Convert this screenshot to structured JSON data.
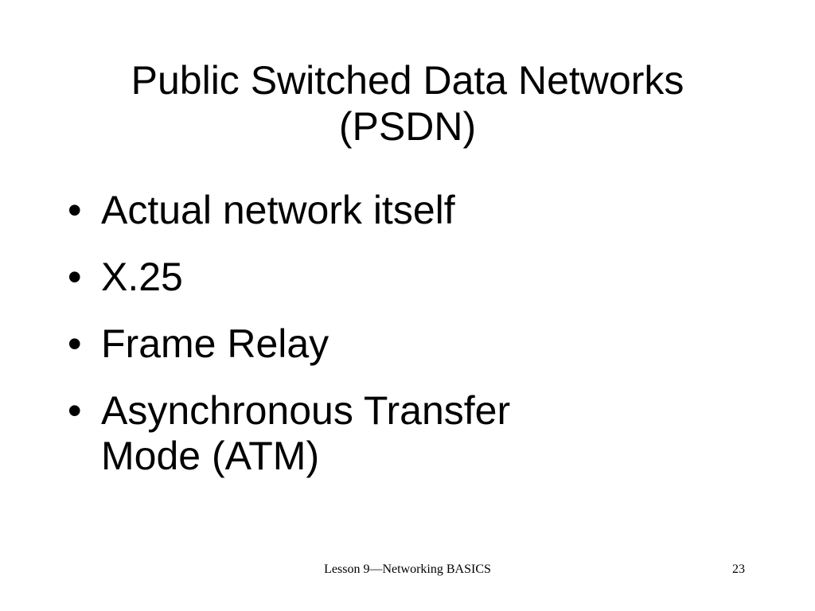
{
  "slide": {
    "title_lines": [
      "Public Switched Data Networks",
      "(PSDN)"
    ],
    "bullet_glyph": "•",
    "bullets": [
      {
        "lines": [
          "Actual network itself"
        ]
      },
      {
        "lines": [
          "X.25"
        ]
      },
      {
        "lines": [
          "Frame Relay"
        ]
      },
      {
        "lines": [
          "Asynchronous Transfer",
          "Mode (ATM)"
        ]
      }
    ],
    "footer_text": "Lesson 9—Networking BASICS",
    "page_number": "23"
  },
  "colors": {
    "background": "#ffffff",
    "text": "#000000"
  }
}
